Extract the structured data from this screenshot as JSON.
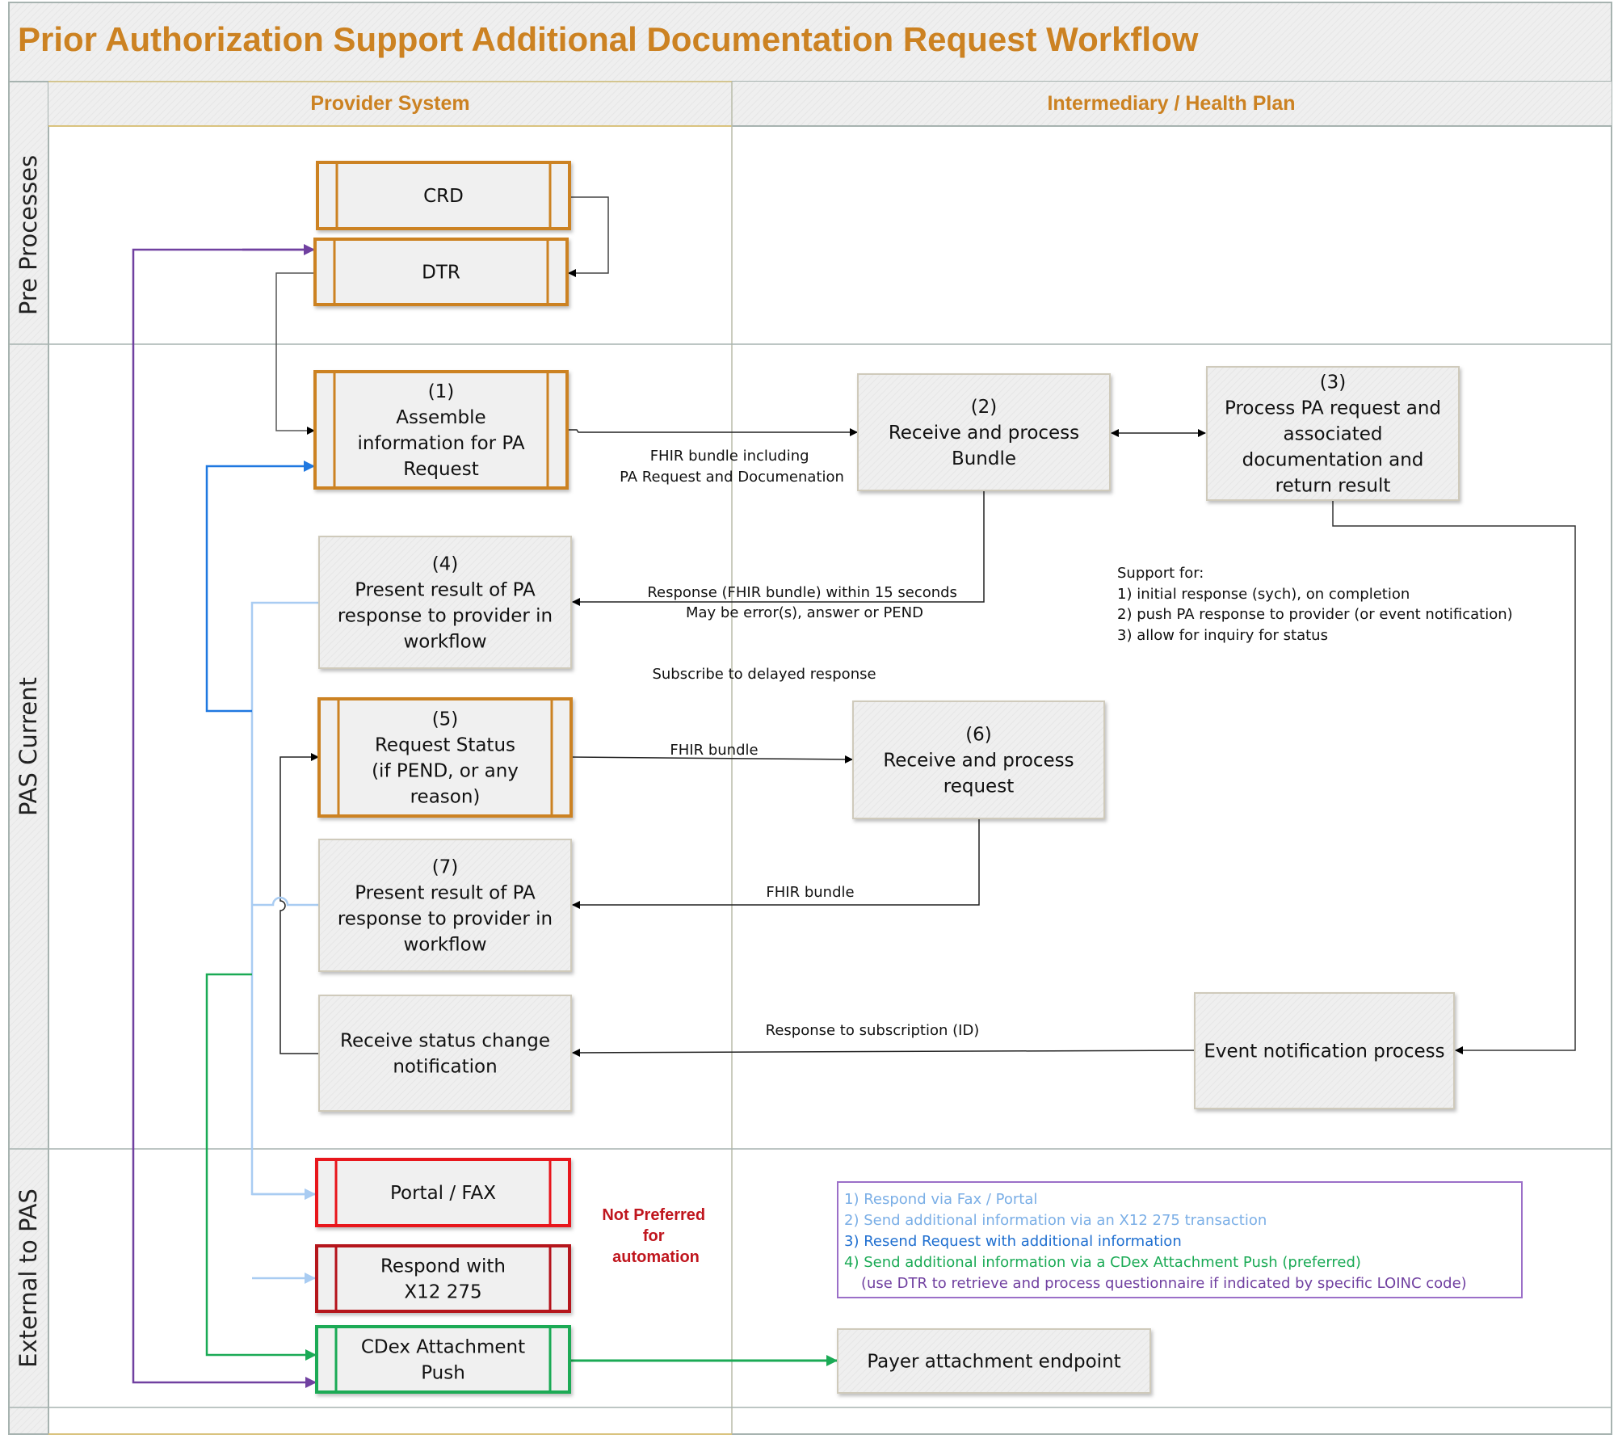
{
  "title": "Prior Authorization Support Additional Documentation Request Workflow",
  "columns": [
    {
      "label": "Provider System"
    },
    {
      "label": "Intermediary / Health Plan"
    }
  ],
  "lanes": [
    {
      "label": "Pre Processes"
    },
    {
      "label": "PAS Current"
    },
    {
      "label": "External to PAS"
    }
  ],
  "colors": {
    "title": "#cc8222",
    "process_border": "#cc8222",
    "portal_border": "#e8141b",
    "x12_border": "#b5121b",
    "cdex_border": "#1aaa55",
    "purple_flow": "#7040a0",
    "blue_flow": "#1f78e0",
    "light_blue_flow": "#a9ccf2",
    "green_flow": "#1aaa55",
    "not_preferred": "#c0161e"
  },
  "nodes": {
    "crd": {
      "lines": [
        "CRD"
      ]
    },
    "dtr": {
      "lines": [
        "DTR"
      ]
    },
    "step1": {
      "lines": [
        "(1)",
        "Assemble",
        "information for PA",
        "Request"
      ]
    },
    "step2": {
      "lines": [
        "(2)",
        "Receive and process",
        "Bundle"
      ]
    },
    "step3": {
      "lines": [
        "(3)",
        "Process PA request and",
        "associated",
        "documentation and",
        "return result"
      ]
    },
    "step4": {
      "lines": [
        "(4)",
        "Present result of PA",
        "response to provider in",
        "workflow"
      ]
    },
    "step5": {
      "lines": [
        "(5)",
        "Request Status",
        "(if PEND, or any",
        "reason)"
      ]
    },
    "step6": {
      "lines": [
        "(6)",
        "Receive and process",
        "request"
      ]
    },
    "step7": {
      "lines": [
        "(7)",
        "Present result of PA",
        "response to provider in",
        "workflow"
      ]
    },
    "receive_status": {
      "lines": [
        "Receive status change",
        "notification"
      ]
    },
    "event_notification": {
      "lines": [
        "Event notification process"
      ]
    },
    "portal_fax": {
      "lines": [
        "Portal / FAX"
      ]
    },
    "x12": {
      "lines": [
        "Respond with",
        "X12 275"
      ]
    },
    "cdex": {
      "lines": [
        "CDex Attachment",
        "Push"
      ]
    },
    "payer_endpoint": {
      "lines": [
        "Payer attachment endpoint"
      ]
    }
  },
  "edge_labels": {
    "fhir_bundle_including": [
      "FHIR bundle including",
      "PA Request and Documenation"
    ],
    "response_15s": [
      "Response (FHIR bundle) within 15 seconds",
      "May be error(s), answer or PEND"
    ],
    "subscribe": [
      "Subscribe to delayed response"
    ],
    "fhir_bundle_5_6": [
      "FHIR bundle"
    ],
    "fhir_bundle_6_7": [
      "FHIR bundle"
    ],
    "response_subscription": [
      "Response to subscription (ID)"
    ]
  },
  "support_note": [
    "Support for:",
    "1) initial response (sych), on completion",
    "2) push PA response to provider (or event notification)",
    "3) allow for inquiry for status"
  ],
  "not_preferred": [
    "Not Preferred",
    "for",
    "automation"
  ],
  "legend": [
    {
      "text": "1) Respond via Fax / Portal",
      "color": "#7aaee6"
    },
    {
      "text": "2) Send additional information via an X12 275 transaction",
      "color": "#7aaee6"
    },
    {
      "text": "3) Resend Request with additional information",
      "color": "#1f6fd0"
    },
    {
      "text": "4) Send additional information via a CDex Attachment Push (preferred)",
      "color": "#1aaa55"
    },
    {
      "text": "(use DTR to retrieve and process questionnaire if indicated by specific LOINC code)",
      "color": "#7040a0"
    }
  ]
}
